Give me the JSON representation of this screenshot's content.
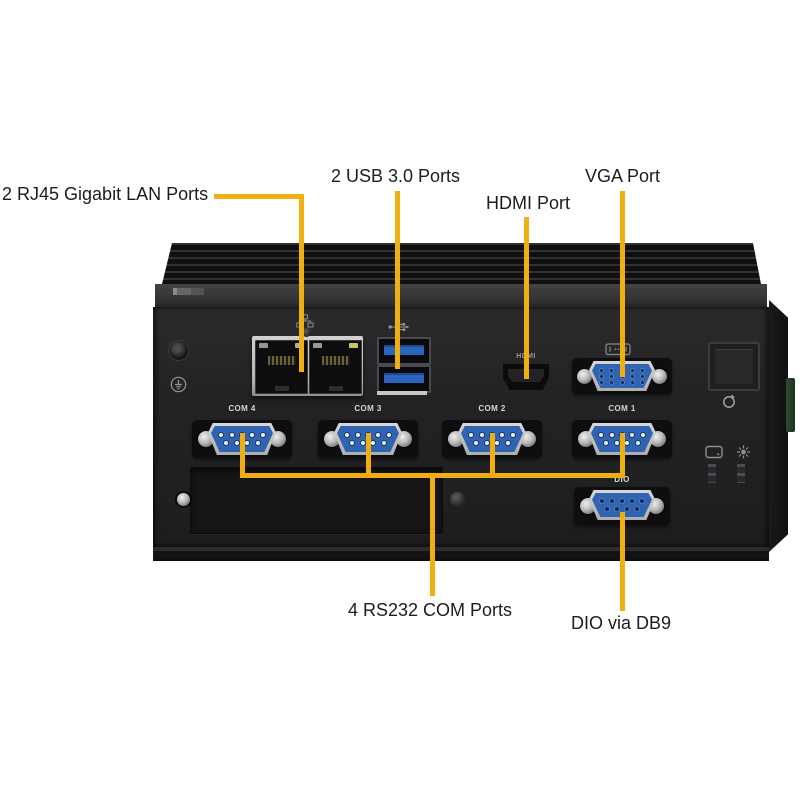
{
  "callouts": {
    "line_color": "#F0AE10",
    "top": [
      {
        "id": "lan",
        "label": "2 RJ45 Gigabit LAN Ports"
      },
      {
        "id": "usb",
        "label": "2 USB 3.0 Ports"
      },
      {
        "id": "hdmi",
        "label": "HDMI Port"
      },
      {
        "id": "vga",
        "label": "VGA Port"
      }
    ],
    "bottom": [
      {
        "id": "com",
        "label": "4 RS232 COM Ports"
      },
      {
        "id": "dio",
        "label": "DIO via DB9"
      }
    ]
  },
  "panel": {
    "hdmi_label": "HDMI",
    "dio_label": "DIO",
    "com_ports": [
      {
        "label": "COM 4"
      },
      {
        "label": "COM 3"
      },
      {
        "label": "COM 2"
      },
      {
        "label": "COM 1"
      }
    ],
    "icons": {
      "lan": "lan-network-icon",
      "usb": "usb-trident-icon",
      "vga": "display-icon",
      "power_button": "power-standby-icon",
      "storage_led": "storage-icon",
      "power_led": "lamp-icon",
      "ground": "ground-icon"
    }
  },
  "colors": {
    "background": "#ffffff",
    "label_text": "#1c1c1c",
    "chassis": "#232325",
    "connector_blue": "#3064b2",
    "usb_blue": "#2a66bd",
    "metal": "#b4b4b2"
  }
}
